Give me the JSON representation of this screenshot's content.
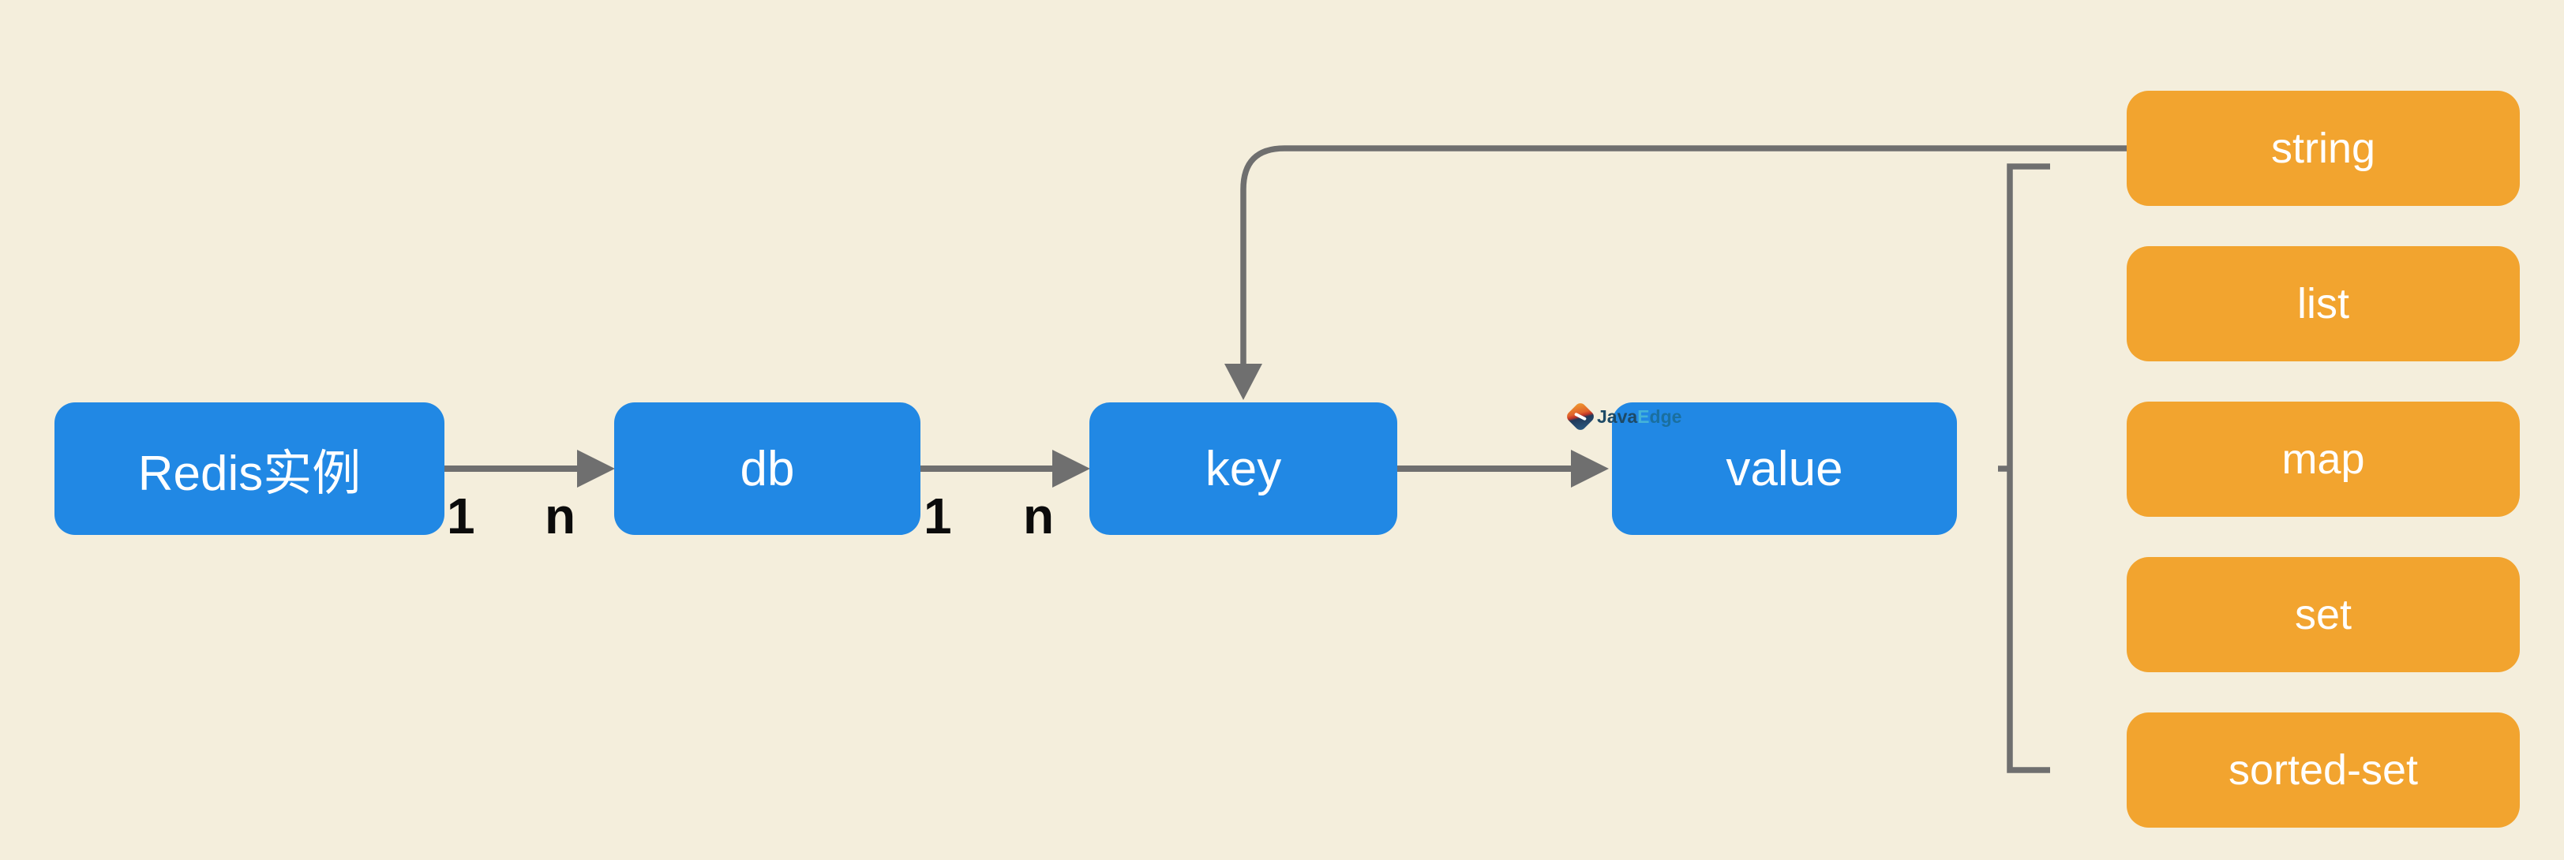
{
  "diagram": {
    "title_context": "Redis data model diagram",
    "colors": {
      "background": "#F4EEDC",
      "chain_node_fill": "#2188E4",
      "type_node_fill": "#F2A42F",
      "node_text": "#FFFFFF",
      "connector": "#6F6F6F",
      "multiplicity_text": "#0B0B0B"
    },
    "nodes": {
      "redis": "Redis实例",
      "db": "db",
      "key": "key",
      "value": "value"
    },
    "types": [
      "string",
      "list",
      "map",
      "set",
      "sorted-set"
    ],
    "multiplicity": {
      "redis_side": "1",
      "db_target_side": "n",
      "db_side": "1",
      "key_target_side": "n"
    },
    "watermark": {
      "java": "Java",
      "e": "E",
      "dge": "dge"
    }
  }
}
